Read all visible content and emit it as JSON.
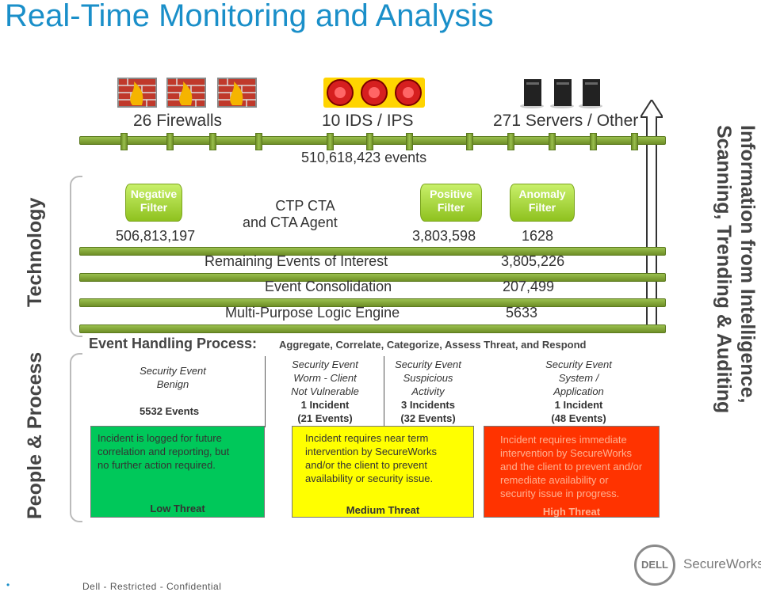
{
  "title": "Real-Time Monitoring and Analysis",
  "side_labels": {
    "technology": "Technology",
    "people_process": "People & Process",
    "right_line1": "Information from Intelligence,",
    "right_line2": "Scanning, Trending & Auditing"
  },
  "sources": {
    "firewalls": "26  Firewalls",
    "ids": "10 IDS / IPS",
    "servers": "271 Servers / Other"
  },
  "events_total": "510,618,423 events",
  "filters": {
    "negative_line1": "Negative",
    "negative_line2": "Filter",
    "negative_value": "506,813,197",
    "ctp_line1": "CTP CTA",
    "ctp_line2": "and CTA Agent",
    "positive_line1": "Positive",
    "positive_line2": "Filter",
    "positive_value": "3,803,598",
    "anomaly_line1": "Anomaly",
    "anomaly_line2": "Filter",
    "anomaly_value": "1628"
  },
  "stages": {
    "remaining_label": "Remaining Events of Interest",
    "remaining_value": "3,805,226",
    "consolidation_label": "Event Consolidation",
    "consolidation_value": "207,499",
    "logic_label": "Multi-Purpose Logic Engine",
    "logic_value": "5633"
  },
  "process": {
    "heading": "Event Handling Process:",
    "subheading": "Aggregate, Correlate, Categorize, Assess Threat, and Respond"
  },
  "categories": {
    "benign_line1": "Security Event",
    "benign_line2": "Benign",
    "benign_count": "5532 Events",
    "worm_line1": "Security Event",
    "worm_line2": "Worm - Client",
    "worm_line3": "Not Vulnerable",
    "worm_line4": "1 Incident",
    "worm_line5": "(21 Events)",
    "suspicious_line1": "Security Event",
    "suspicious_line2": "Suspicious",
    "suspicious_line3": "Activity",
    "suspicious_line4": "3 Incidents",
    "suspicious_line5": "(32 Events)",
    "system_line1": "Security Event",
    "system_line2": "System /",
    "system_line3": "Application",
    "system_line4": "1 Incident",
    "system_line5": "(48 Events)"
  },
  "threats": {
    "low_line1": "Incident is logged for future",
    "low_line2": "correlation and reporting, but",
    "low_line3": "no further action required.",
    "low_label": "Low Threat",
    "medium_line1": "Incident requires near term",
    "medium_line2": "intervention by SecureWorks",
    "medium_line3": "and/or the client to prevent",
    "medium_line4": "availability or security issue.",
    "medium_label": "Medium Threat",
    "high_line1": "Incident requires immediate",
    "high_line2": "intervention by SecureWorks",
    "high_line3": "and the client to prevent and/or",
    "high_line4": "remediate availability or",
    "high_line5": "security issue in progress.",
    "high_label": "High Threat"
  },
  "colors": {
    "title": "#1a8fc9",
    "green_bar": "#7fa834",
    "low": "#00c85a",
    "medium": "#ffff00",
    "high": "#ff3300",
    "filter": "#a6d633"
  },
  "footer": {
    "bullet": "•",
    "confidential": "Dell - Restricted - Confidential",
    "logo_dell": "DELL",
    "logo_sw": "SecureWorks"
  }
}
